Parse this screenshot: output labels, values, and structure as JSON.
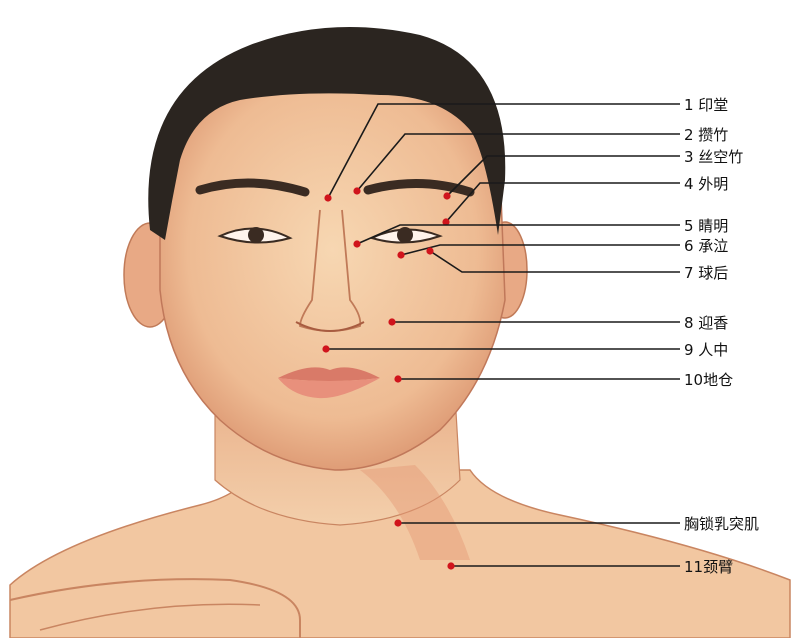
{
  "diagram": {
    "colors": {
      "skin": "#f2c9a0",
      "skin_shadow": "#d98d6a",
      "hair": "#2b2520",
      "line": "#1a1a1a",
      "point": "#d0141c"
    },
    "points": [
      {
        "id": "yintang",
        "label": "1 印堂"
      },
      {
        "id": "cuanzhu",
        "label": "2 攒竹"
      },
      {
        "id": "sizhukong",
        "label": "3 丝空竹"
      },
      {
        "id": "waiming",
        "label": "4 外明"
      },
      {
        "id": "jingming",
        "label": "5 睛明"
      },
      {
        "id": "chengqi",
        "label": "6 承泣"
      },
      {
        "id": "qiuhou",
        "label": "7 球后"
      },
      {
        "id": "yingxiang",
        "label": "8 迎香"
      },
      {
        "id": "renzhong",
        "label": "9 人中"
      },
      {
        "id": "dicang",
        "label": "10地仓"
      },
      {
        "id": "xiongsuorutu",
        "label": "胸锁乳突肌"
      },
      {
        "id": "jingbi",
        "label": "11颈臂"
      }
    ]
  }
}
